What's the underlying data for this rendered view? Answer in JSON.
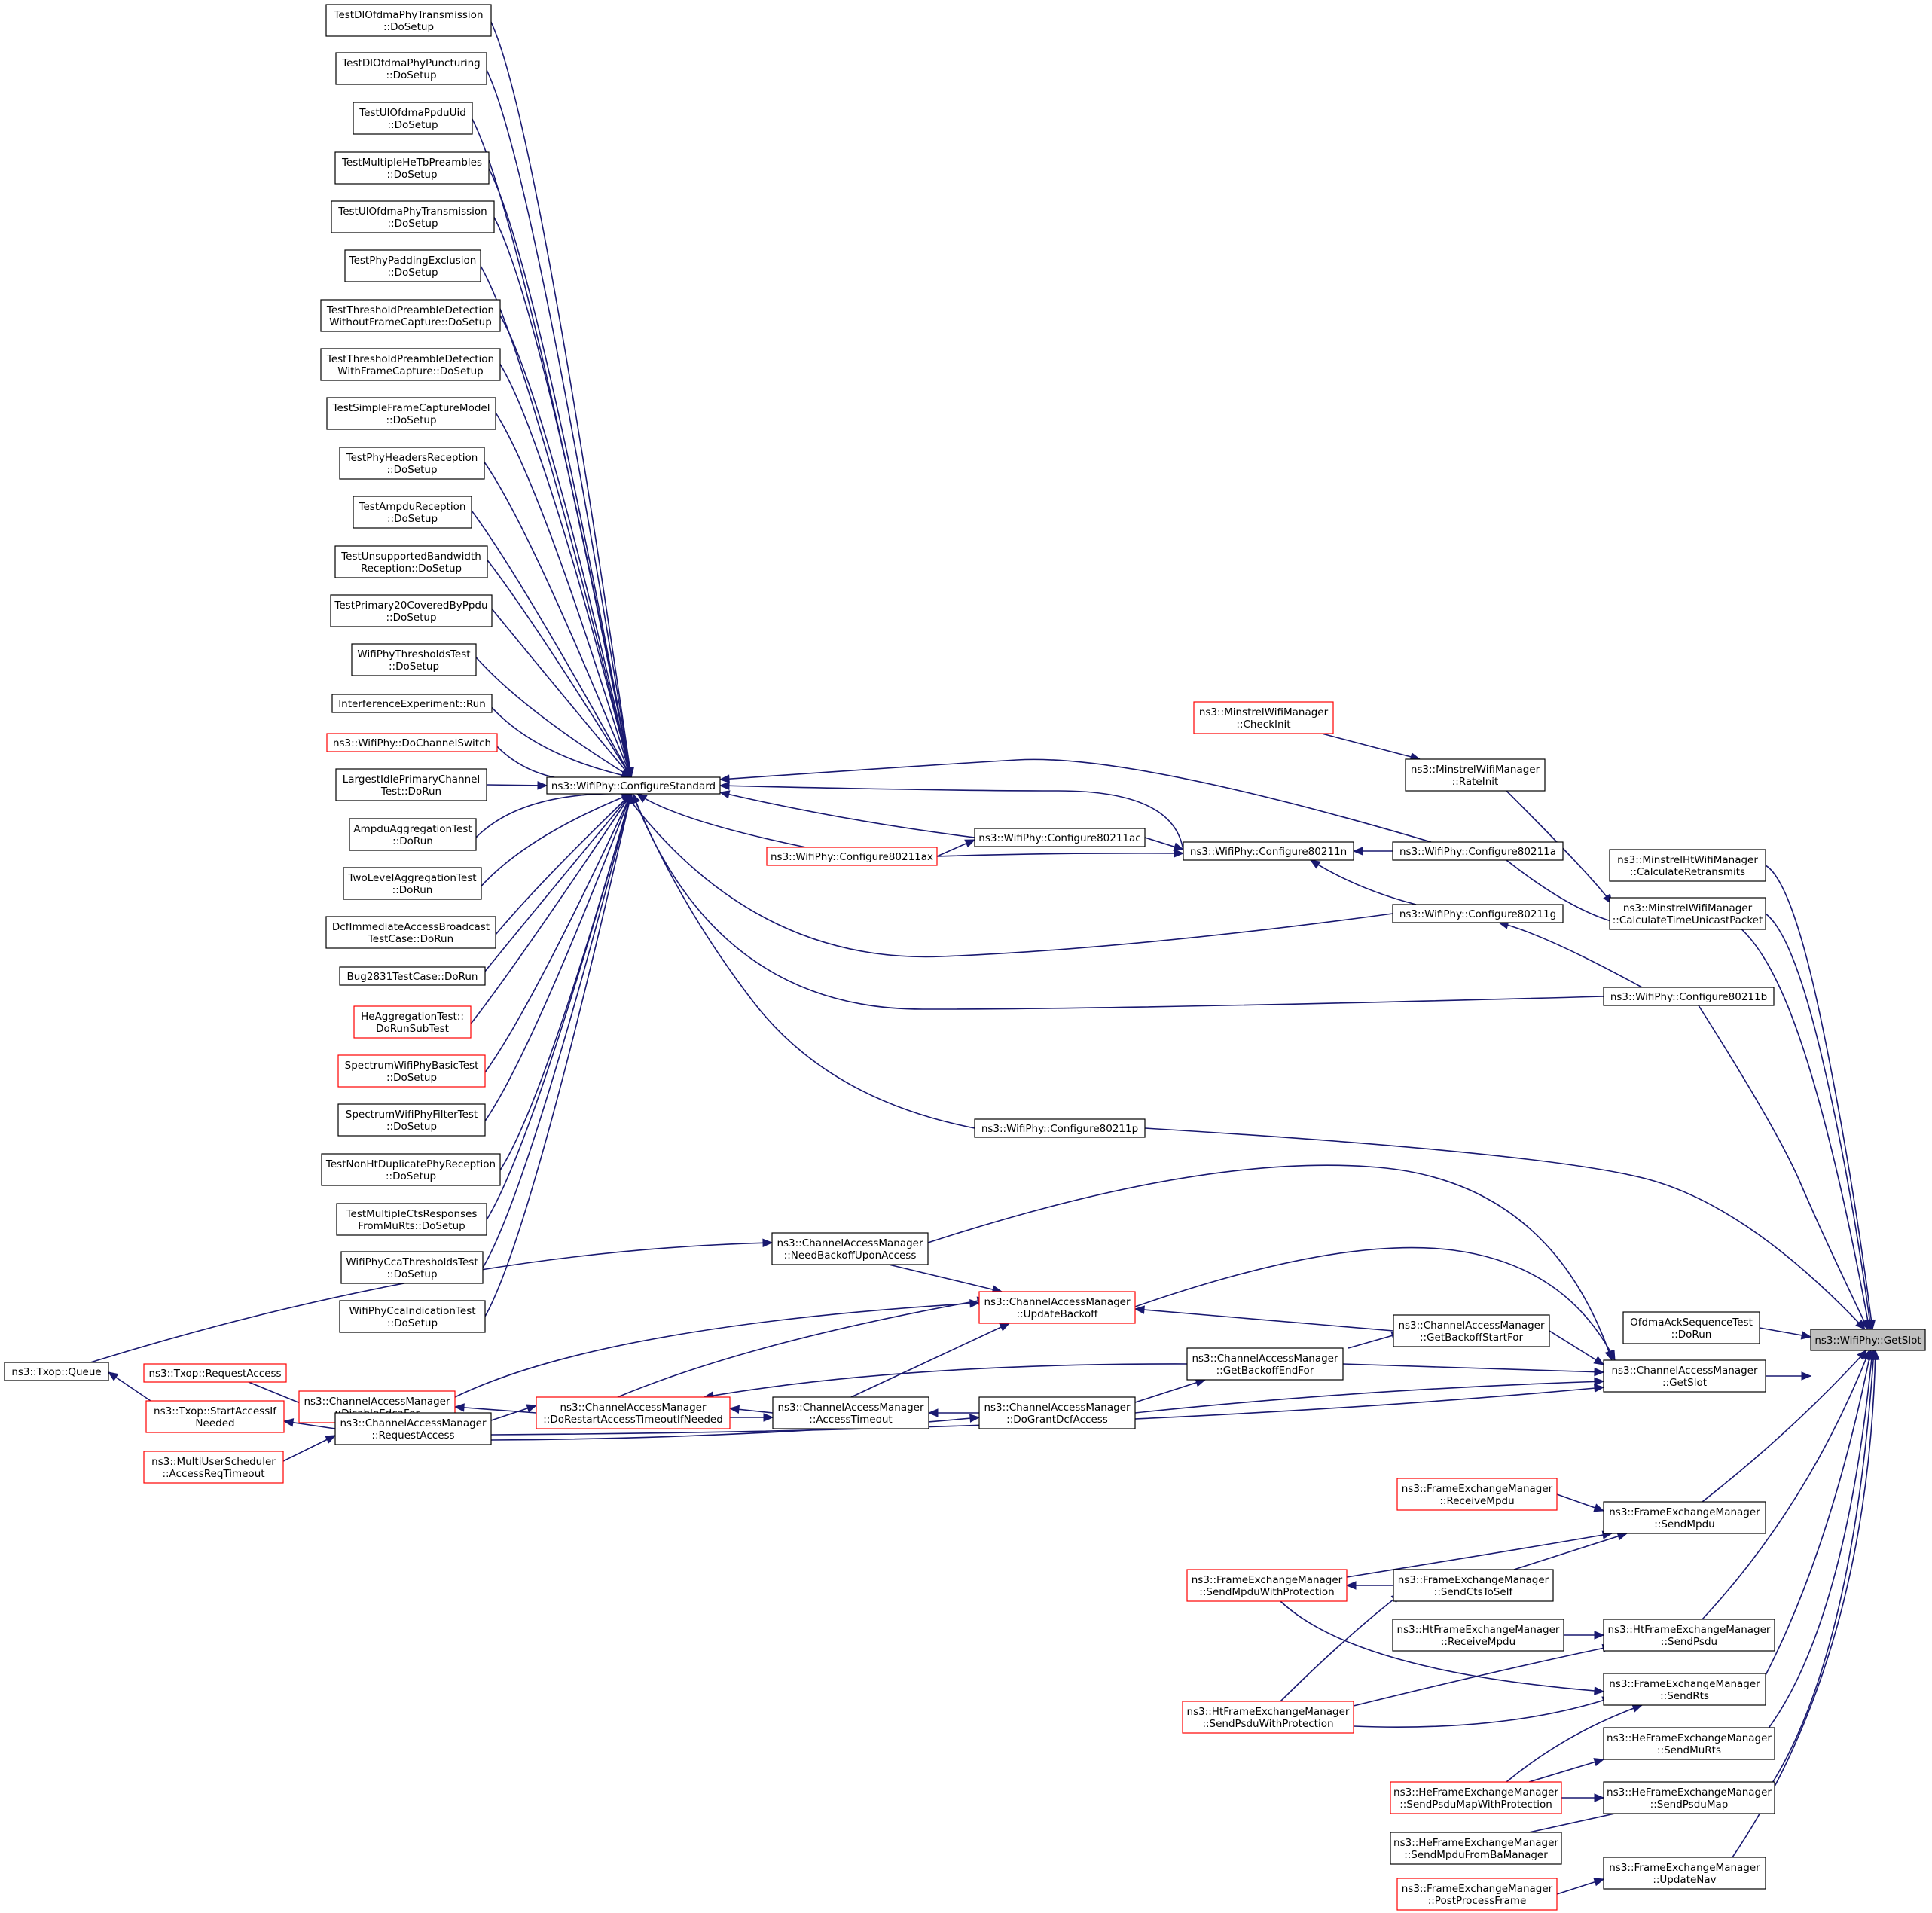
{
  "colors": {
    "edge": "#191970",
    "border": "#000000",
    "red_border": "#ff0000",
    "root_fill": "#bfbfbf",
    "fill": "#ffffff"
  },
  "nodes": {
    "getslot": {
      "lines": [
        "ns3::WifiPhy::GetSlot"
      ],
      "style": "root"
    },
    "configure_standard": {
      "lines": [
        "ns3::WifiPhy::ConfigureStandard"
      ],
      "style": "normal"
    },
    "t_dlofdma_tx": {
      "lines": [
        "TestDlOfdmaPhyTransmission",
        "::DoSetup"
      ],
      "style": "normal"
    },
    "t_dlofdma_punct": {
      "lines": [
        "TestDlOfdmaPhyPuncturing",
        "::DoSetup"
      ],
      "style": "normal"
    },
    "t_ulofdma_uid": {
      "lines": [
        "TestUlOfdmaPpduUid",
        "::DoSetup"
      ],
      "style": "normal"
    },
    "t_multi_hetb": {
      "lines": [
        "TestMultipleHeTbPreambles",
        "::DoSetup"
      ],
      "style": "normal"
    },
    "t_ulofdma_tx": {
      "lines": [
        "TestUlOfdmaPhyTransmission",
        "::DoSetup"
      ],
      "style": "normal"
    },
    "t_padding": {
      "lines": [
        "TestPhyPaddingExclusion",
        "::DoSetup"
      ],
      "style": "normal"
    },
    "t_thresh_wo": {
      "lines": [
        "TestThresholdPreambleDetection",
        "WithoutFrameCapture::DoSetup"
      ],
      "style": "normal"
    },
    "t_thresh_w": {
      "lines": [
        "TestThresholdPreambleDetection",
        "WithFrameCapture::DoSetup"
      ],
      "style": "normal"
    },
    "t_simple_capture": {
      "lines": [
        "TestSimpleFrameCaptureModel",
        "::DoSetup"
      ],
      "style": "normal"
    },
    "t_headers": {
      "lines": [
        "TestPhyHeadersReception",
        "::DoSetup"
      ],
      "style": "normal"
    },
    "t_ampdu_rx": {
      "lines": [
        "TestAmpduReception",
        "::DoSetup"
      ],
      "style": "normal"
    },
    "t_unsupported_bw": {
      "lines": [
        "TestUnsupportedBandwidth",
        "Reception::DoSetup"
      ],
      "style": "normal"
    },
    "t_primary20": {
      "lines": [
        "TestPrimary20CoveredByPpdu",
        "::DoSetup"
      ],
      "style": "normal"
    },
    "t_wifiphy_thresh": {
      "lines": [
        "WifiPhyThresholdsTest",
        "::DoSetup"
      ],
      "style": "normal"
    },
    "t_interference": {
      "lines": [
        "InterferenceExperiment::Run"
      ],
      "style": "normal"
    },
    "t_dochannelswitch": {
      "lines": [
        "ns3::WifiPhy::DoChannelSwitch"
      ],
      "style": "red"
    },
    "t_largest_idle": {
      "lines": [
        "LargestIdlePrimaryChannel",
        "Test::DoRun"
      ],
      "style": "normal"
    },
    "t_ampdu_agg": {
      "lines": [
        "AmpduAggregationTest",
        "::DoRun"
      ],
      "style": "normal"
    },
    "t_twolevel": {
      "lines": [
        "TwoLevelAggregationTest",
        "::DoRun"
      ],
      "style": "normal"
    },
    "t_dcf_immediate": {
      "lines": [
        "DcfImmediateAccessBroadcast",
        "TestCase::DoRun"
      ],
      "style": "normal"
    },
    "t_bug2831": {
      "lines": [
        "Bug2831TestCase::DoRun"
      ],
      "style": "normal"
    },
    "t_he_agg": {
      "lines": [
        "HeAggregationTest::",
        "DoRunSubTest"
      ],
      "style": "red"
    },
    "t_spectrum_basic": {
      "lines": [
        "SpectrumWifiPhyBasicTest",
        "::DoSetup"
      ],
      "style": "red"
    },
    "t_spectrum_filter": {
      "lines": [
        "SpectrumWifiPhyFilterTest",
        "::DoSetup"
      ],
      "style": "normal"
    },
    "t_nonht_dup": {
      "lines": [
        "TestNonHtDuplicatePhyReception",
        "::DoSetup"
      ],
      "style": "normal"
    },
    "t_multi_cts": {
      "lines": [
        "TestMultipleCtsResponses",
        "FromMuRts::DoSetup"
      ],
      "style": "normal"
    },
    "t_cca_thresh": {
      "lines": [
        "WifiPhyCcaThresholdsTest",
        "::DoSetup"
      ],
      "style": "normal"
    },
    "t_cca_indication": {
      "lines": [
        "WifiPhyCcaIndicationTest",
        "::DoSetup"
      ],
      "style": "normal"
    },
    "minstrel_checkinit": {
      "lines": [
        "ns3::MinstrelWifiManager",
        "::CheckInit"
      ],
      "style": "red"
    },
    "minstrel_rateinit": {
      "lines": [
        "ns3::MinstrelWifiManager",
        "::RateInit"
      ],
      "style": "normal"
    },
    "cfg_80211ac": {
      "lines": [
        "ns3::WifiPhy::Configure80211ac"
      ],
      "style": "normal"
    },
    "cfg_80211ax": {
      "lines": [
        "ns3::WifiPhy::Configure80211ax"
      ],
      "style": "red"
    },
    "cfg_80211n": {
      "lines": [
        "ns3::WifiPhy::Configure80211n"
      ],
      "style": "normal"
    },
    "cfg_80211a": {
      "lines": [
        "ns3::WifiPhy::Configure80211a"
      ],
      "style": "normal"
    },
    "cfg_80211g": {
      "lines": [
        "ns3::WifiPhy::Configure80211g"
      ],
      "style": "normal"
    },
    "cfg_80211b": {
      "lines": [
        "ns3::WifiPhy::Configure80211b"
      ],
      "style": "normal"
    },
    "cfg_80211p": {
      "lines": [
        "ns3::WifiPhy::Configure80211p"
      ],
      "style": "normal"
    },
    "minstrelht_retrans": {
      "lines": [
        "ns3::MinstrelHtWifiManager",
        "::CalculateRetransmits"
      ],
      "style": "normal"
    },
    "minstrel_timeunicast": {
      "lines": [
        "ns3::MinstrelWifiManager",
        "::CalculateTimeUnicastPacket"
      ],
      "style": "normal"
    },
    "cam_needbackoff": {
      "lines": [
        "ns3::ChannelAccessManager",
        "::NeedBackoffUponAccess"
      ],
      "style": "normal"
    },
    "cam_updatebackoff": {
      "lines": [
        "ns3::ChannelAccessManager",
        "::UpdateBackoff"
      ],
      "style": "red"
    },
    "cam_getbackoffstart": {
      "lines": [
        "ns3::ChannelAccessManager",
        "::GetBackoffStartFor"
      ],
      "style": "normal"
    },
    "cam_getbackoffend": {
      "lines": [
        "ns3::ChannelAccessManager",
        "::GetBackoffEndFor"
      ],
      "style": "normal"
    },
    "cam_getslot": {
      "lines": [
        "ns3::ChannelAccessManager",
        "::GetSlot"
      ],
      "style": "normal"
    },
    "ofdma_ack": {
      "lines": [
        "OfdmaAckSequenceTest",
        "::DoRun"
      ],
      "style": "normal"
    },
    "cam_disableedca": {
      "lines": [
        "ns3::ChannelAccessManager",
        "::DisableEdcaFor"
      ],
      "style": "red"
    },
    "cam_dorestart": {
      "lines": [
        "ns3::ChannelAccessManager",
        "::DoRestartAccessTimeoutIfNeeded"
      ],
      "style": "red"
    },
    "cam_accesstimeout": {
      "lines": [
        "ns3::ChannelAccessManager",
        "::AccessTimeout"
      ],
      "style": "normal"
    },
    "cam_dogrant": {
      "lines": [
        "ns3::ChannelAccessManager",
        "::DoGrantDcfAccess"
      ],
      "style": "normal"
    },
    "cam_requestaccess": {
      "lines": [
        "ns3::ChannelAccessManager",
        "::RequestAccess"
      ],
      "style": "normal"
    },
    "txop_queue": {
      "lines": [
        "ns3::Txop::Queue"
      ],
      "style": "normal"
    },
    "txop_requestaccess": {
      "lines": [
        "ns3::Txop::RequestAccess"
      ],
      "style": "red"
    },
    "txop_startaccess": {
      "lines": [
        "ns3::Txop::StartAccessIf",
        "Needed"
      ],
      "style": "red"
    },
    "mu_scheduler": {
      "lines": [
        "ns3::MultiUserScheduler",
        "::AccessReqTimeout"
      ],
      "style": "red"
    },
    "fem_receivempdu": {
      "lines": [
        "ns3::FrameExchangeManager",
        "::ReceiveMpdu"
      ],
      "style": "red"
    },
    "fem_sendmpdu": {
      "lines": [
        "ns3::FrameExchangeManager",
        "::SendMpdu"
      ],
      "style": "normal"
    },
    "fem_sendmpduwithprot": {
      "lines": [
        "ns3::FrameExchangeManager",
        "::SendMpduWithProtection"
      ],
      "style": "red"
    },
    "fem_sendctstoself": {
      "lines": [
        "ns3::FrameExchangeManager",
        "::SendCtsToSelf"
      ],
      "style": "normal"
    },
    "htfem_receivempdu": {
      "lines": [
        "ns3::HtFrameExchangeManager",
        "::ReceiveMpdu"
      ],
      "style": "normal"
    },
    "htfem_sendpsdu": {
      "lines": [
        "ns3::HtFrameExchangeManager",
        "::SendPsdu"
      ],
      "style": "normal"
    },
    "htfem_sendpsduwithprot": {
      "lines": [
        "ns3::HtFrameExchangeManager",
        "::SendPsduWithProtection"
      ],
      "style": "red"
    },
    "fem_sendrts": {
      "lines": [
        "ns3::FrameExchangeManager",
        "::SendRts"
      ],
      "style": "normal"
    },
    "hefem_sendmurts": {
      "lines": [
        "ns3::HeFrameExchangeManager",
        "::SendMuRts"
      ],
      "style": "normal"
    },
    "hefem_sendpsdumapwithprot": {
      "lines": [
        "ns3::HeFrameExchangeManager",
        "::SendPsduMapWithProtection"
      ],
      "style": "red"
    },
    "hefem_sendpsdumap": {
      "lines": [
        "ns3::HeFrameExchangeManager",
        "::SendPsduMap"
      ],
      "style": "normal"
    },
    "hefem_sendmpdufromba": {
      "lines": [
        "ns3::HeFrameExchangeManager",
        "::SendMpduFromBaManager"
      ],
      "style": "normal"
    },
    "fem_updatenav": {
      "lines": [
        "ns3::FrameExchangeManager",
        "::UpdateNav"
      ],
      "style": "normal"
    },
    "fem_postprocess": {
      "lines": [
        "ns3::FrameExchangeManager",
        "::PostProcessFrame"
      ],
      "style": "red"
    }
  }
}
